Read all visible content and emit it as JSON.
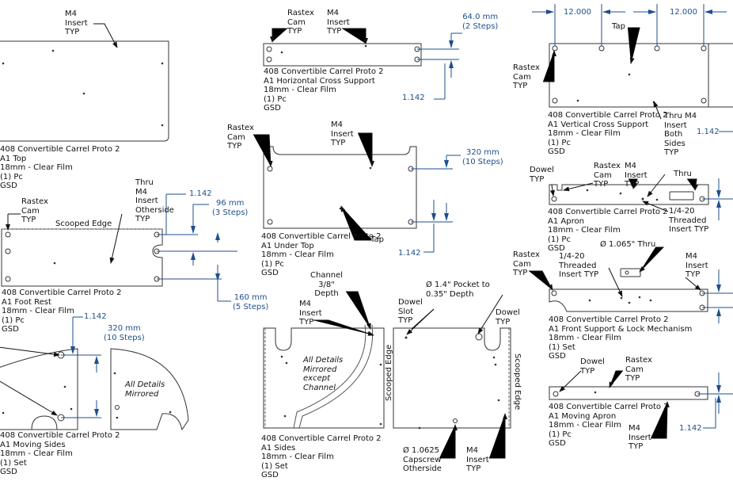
{
  "captions": {
    "top": [
      "408 Convertible Carrel Proto 2",
      "A1 Top",
      "18mm - Clear Film",
      "(1) Pc",
      "GSD"
    ],
    "foot_rest": [
      "408 Convertible Carrel Proto 2",
      "A1 Foot Rest",
      "18mm - Clear Film",
      "(1) Pc",
      "GSD"
    ],
    "moving_sides": [
      "408 Convertible Carrel Proto 2",
      "A1 Moving Sides",
      "18mm - Clear Film",
      "(1) Set",
      "GSD"
    ],
    "horizontal_cross_support": [
      "408 Convertible Carrel Proto 2",
      "A1 Horizontal Cross Support",
      "18mm - Clear Film",
      "(1) Pc",
      "GSD"
    ],
    "under_top": [
      "408 Convertible Carrel Proto 2",
      "A1 Under Top",
      "18mm - Clear Film",
      "(1) Pc",
      "GSD"
    ],
    "sides": [
      "408 Convertible Carrel Proto 2",
      "A1 Sides",
      "18mm - Clear Film",
      "(1) Set",
      "GSD"
    ],
    "vertical_cross_support": [
      "408 Convertible Carrel Proto 2",
      "A1 Vertical Cross Support",
      "18mm - Clear Film",
      "(1) Pc",
      "GSD"
    ],
    "apron": [
      "408 Convertible Carrel Proto 2",
      "A1 Apron",
      "18mm - Clear Film",
      "(1) Pc",
      "GSD"
    ],
    "front_support": [
      "408 Convertible Carrel Proto 2",
      "A1 Front Support & Lock Mechanism",
      "18mm - Clear Film",
      "(1) Set",
      "GSD"
    ],
    "moving_apron": [
      "408 Convertible Carrel Proto 2",
      "A1 Moving Apron",
      "18mm - Clear Film",
      "(1) Pc",
      "GSD"
    ]
  },
  "callouts": {
    "m4_insert_typ": "M4\nInsert\nTYP",
    "rastex_cam_typ": "Rastex\nCam\nTYP",
    "thru_m4_insert_otherside": "Thru\nM4\nInsert\nOtherside\nTYP",
    "scooped_edge": "Scooped Edge",
    "tap": "Tap",
    "channel_depth": "Channel\n3/8\"\nDepth",
    "all_details_mirrored_except_channel": "All Details\nMirrored\nexcept\nChannel",
    "all_details_mirrored": "All Details\nMirrored",
    "dowel_slot_typ": "Dowel\nSlot\nTYP",
    "pocket": "Ø 1.4\" Pocket to\n0.35\" Depth",
    "dowel_typ": "Dowel\nTYP",
    "capscrew": "Ø 1.0625\nCapscrew\nOtherside",
    "thru_m4_insert_both_sides": "Thru M4\nInsert\nBoth\nSides\nTYP",
    "thru": "Thru",
    "threaded_insert_typ_2line": "1/4-20\nThreaded\nInsert TYP",
    "threaded_insert_typ_3line": "1/4-20\nThreaded\nInsert TYP",
    "thru_1065": "Ø 1.065\" Thru",
    "scooped_edge_vertical": "Scooped Edge"
  },
  "dimensions": {
    "d1142": "1.142",
    "d96": "96 mm\n(3 Steps)",
    "d160": "160 mm\n(5 Steps)",
    "d320": "320 mm\n(10 Steps)",
    "d64": "64.0 mm\n(2 Steps)",
    "d12": "12.000"
  },
  "colors": {
    "dimension": "#1e4f8c",
    "line": "#333333",
    "dashed": "#555555"
  }
}
